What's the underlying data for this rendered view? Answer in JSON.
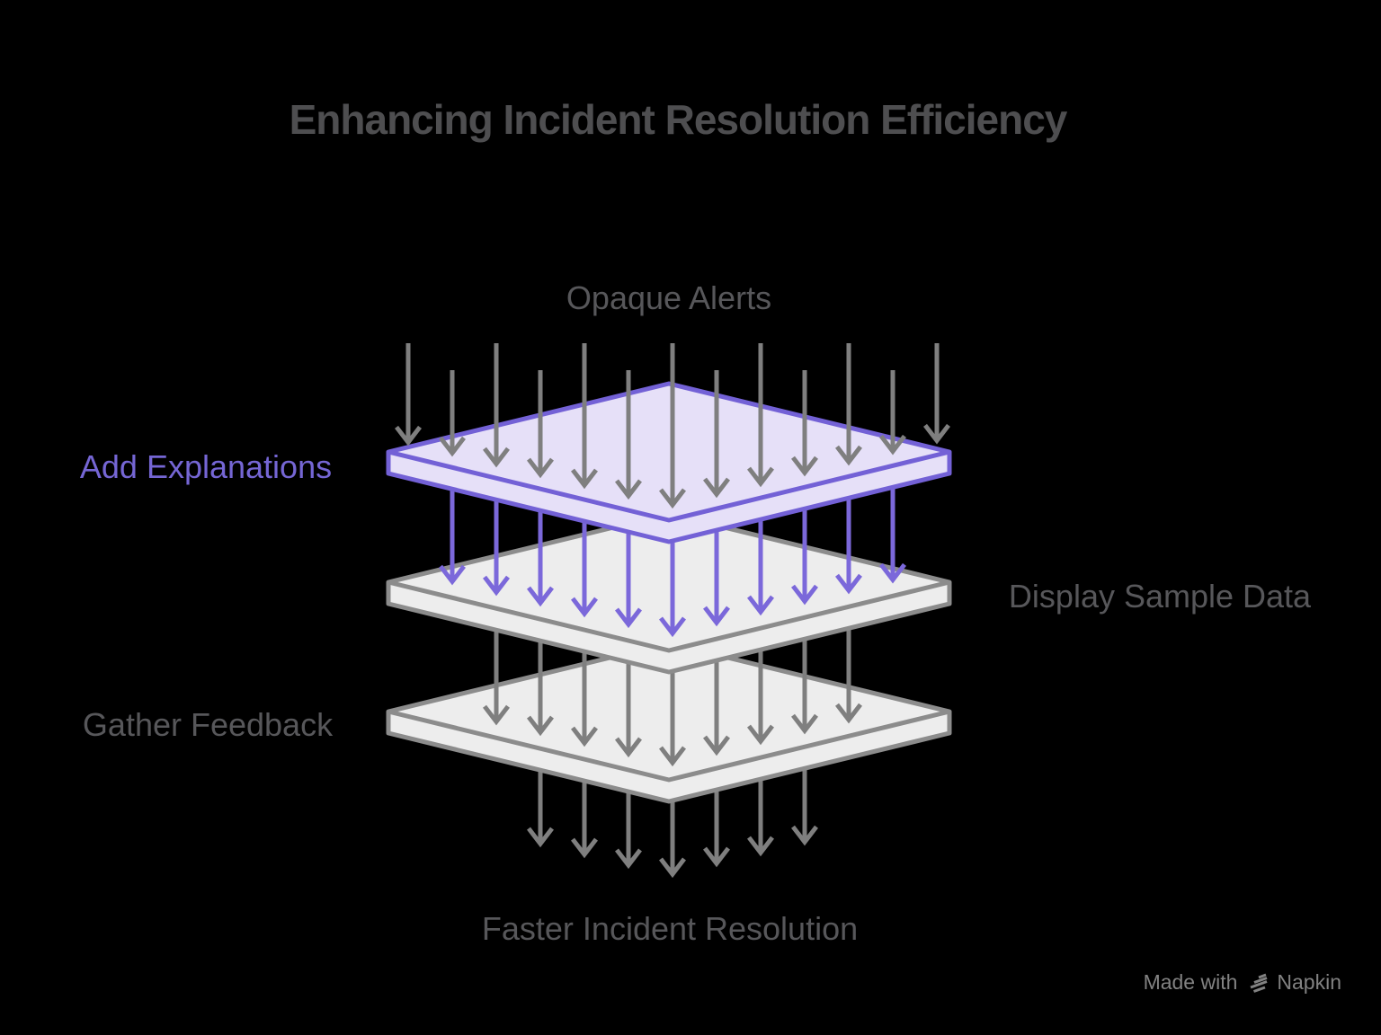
{
  "title": "Enhancing Incident Resolution Efficiency",
  "diagram": {
    "input_label": "Opaque Alerts",
    "output_label": "Faster Incident Resolution",
    "layers": [
      {
        "label": "Add Explanations",
        "side": "left",
        "color": "purple"
      },
      {
        "label": "Display Sample Data",
        "side": "right",
        "color": "gray"
      },
      {
        "label": "Gather Feedback",
        "side": "left",
        "color": "gray"
      }
    ],
    "arrow_counts": {
      "input": 13,
      "after_layer_1": 11,
      "after_layer_2": 9,
      "output": 7
    }
  },
  "watermark": {
    "made_with": "Made with",
    "brand": "Napkin"
  },
  "colors": {
    "background": "#000000",
    "title_gray": "#4E4E50",
    "text_gray": "#57575A",
    "purple_text": "#7566D4",
    "purple_stroke": "#7361D6",
    "purple_fill": "#E6E0F8",
    "purple_arrow": "#7B68DA",
    "gray_stroke": "#8C8C8C",
    "gray_fill": "#EDEDED",
    "gray_arrow": "#7F7F7F",
    "watermark_gray": "#828282"
  }
}
